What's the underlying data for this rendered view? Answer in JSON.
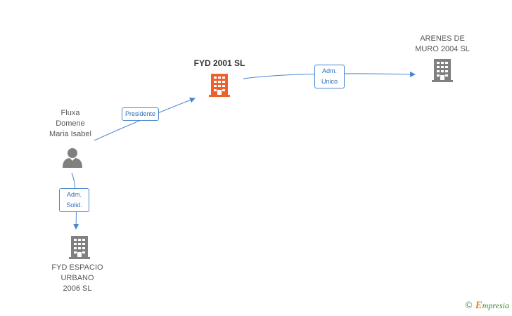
{
  "colors": {
    "edge": "#4a86d0",
    "building": "#808080",
    "building_main": "#f0602a",
    "person": "#808080"
  },
  "nodes": {
    "fyd2001": {
      "label": "FYD 2001 SL",
      "icon": "building-icon"
    },
    "arenes": {
      "label": "ARENES DE\nMURO 2004 SL",
      "icon": "building-icon"
    },
    "fluxa": {
      "label": "Fluxa\nDomene\nMaria Isabel",
      "icon": "person-icon"
    },
    "fydespacio": {
      "label": "FYD ESPACIO\nURBANO\n2006 SL",
      "icon": "building-icon"
    }
  },
  "edges": {
    "presidente": {
      "label": "Presidente"
    },
    "adm_unico": {
      "label": "Adm.\nUnico"
    },
    "adm_solid": {
      "label": "Adm.\nSolid."
    }
  },
  "brand": {
    "copyright": "©",
    "initial": "E",
    "rest": "mpresia"
  }
}
